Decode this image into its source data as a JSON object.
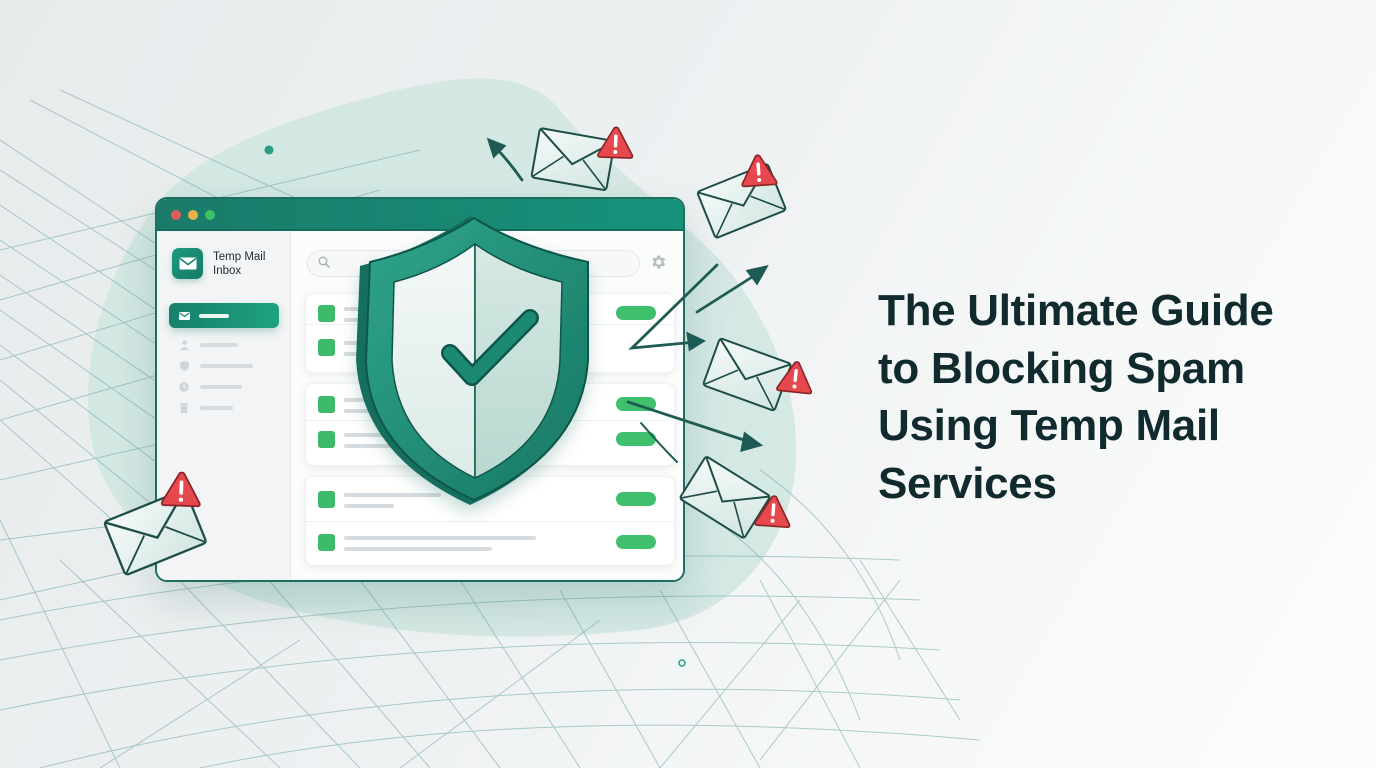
{
  "colors": {
    "brand_primary": "#16806c",
    "brand_dark": "#1a6b5f",
    "accent_green": "#40bf6d",
    "alert_red": "#e5484d",
    "title_text": "#102a2e",
    "background": "#eef1f2"
  },
  "window": {
    "traffic_lights": [
      "close",
      "minimize",
      "maximize"
    ],
    "sidebar": {
      "brand_label": "Temp Mail Inbox",
      "brand_icon": "envelope-icon",
      "nav_items": [
        {
          "icon": "envelope-icon",
          "active": true
        },
        {
          "icon": "user-icon",
          "active": false
        },
        {
          "icon": "shield-icon",
          "active": false
        },
        {
          "icon": "clock-icon",
          "active": false
        },
        {
          "icon": "trash-icon",
          "active": false
        }
      ]
    },
    "main": {
      "search_icon": "search-icon",
      "settings_icon": "gear-icon",
      "message_cards": [
        {
          "rows": 2
        },
        {
          "rows": 2
        },
        {
          "rows": 2
        }
      ]
    }
  },
  "illustration": {
    "center_badge": "shield-check-icon",
    "spam_envelopes": 5,
    "spam_badge_icon": "warning-triangle-icon"
  },
  "headline": {
    "line1": "The Ultimate Guide",
    "line2": "to Blocking Spam",
    "line3": "Using Temp Mail",
    "line4": "Services"
  }
}
